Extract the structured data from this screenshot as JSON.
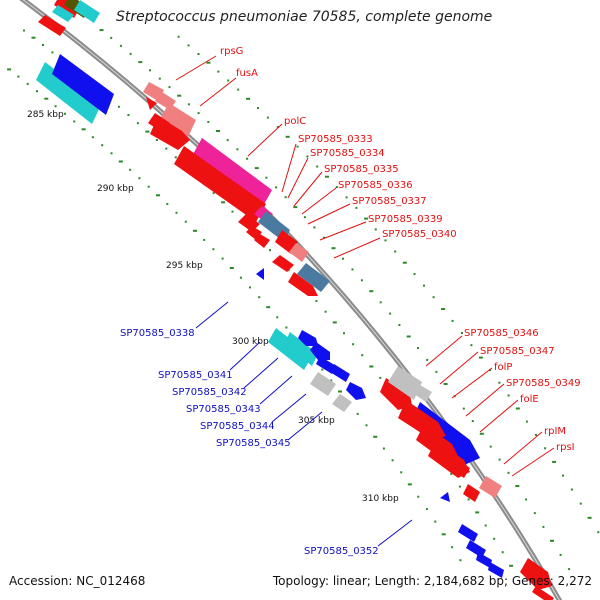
{
  "title": "Streptococcus pneumoniae 70585, complete genome",
  "accession_text": "Accession: NC_012468",
  "summary_text": "Topology: linear; Length: 2,184,682 bp; Genes: 2,272",
  "colors": {
    "backbone": "#888888",
    "tick": "#2a8a2a",
    "forward_label": "#e01010",
    "reverse_label": "#1010c0",
    "red": "#ee1111",
    "pink_light": "#f08080",
    "magenta": "#ee2299",
    "steel": "#4a7aa0",
    "cyan": "#22cccc",
    "blue": "#1010ee",
    "grey": "#c0c0c0"
  },
  "scale_labels": [
    "285 kbp",
    "290 kbp",
    "295 kbp",
    "300 kbp",
    "305 kbp",
    "310 kbp"
  ],
  "forward_gene_labels": [
    "rpsG",
    "fusA",
    "polC",
    "SP70585_0333",
    "SP70585_0334",
    "SP70585_0335",
    "SP70585_0336",
    "SP70585_0337",
    "SP70585_0339",
    "SP70585_0340",
    "SP70585_0346",
    "SP70585_0347",
    "folP",
    "SP70585_0349",
    "folE",
    "rpIM",
    "rpsI"
  ],
  "reverse_gene_labels": [
    "SP70585_0338",
    "SP70585_0341",
    "SP70585_0342",
    "SP70585_0343",
    "SP70585_0344",
    "SP70585_0345",
    "SP70585_0352"
  ]
}
